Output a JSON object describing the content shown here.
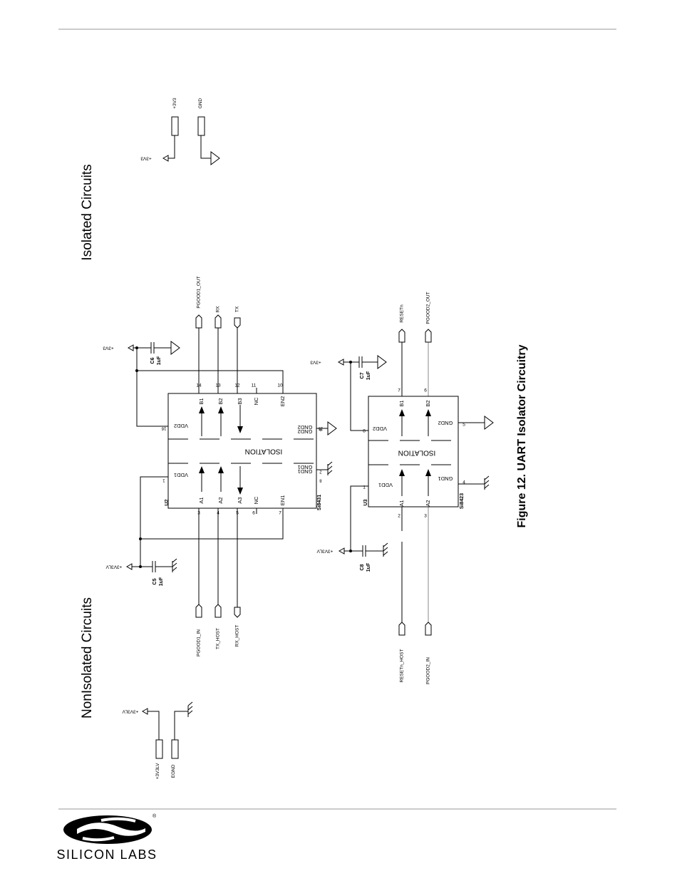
{
  "headings": {
    "isolated": "Isolated Circuits",
    "nonisolated": "NonIsolated Circuits",
    "figure_caption": "Figure 12. UART Isolator Circuitry"
  },
  "power": {
    "rail_3v3": "+3V3",
    "rail_3v3lv": "+3V3LV",
    "gnd": "GND",
    "egnd": "EGND"
  },
  "u2": {
    "ref": "U2",
    "part": "Si8431",
    "isolation": "ISOLATION",
    "pins": [
      {
        "num": "1",
        "name": "VDD1"
      },
      {
        "num": "2",
        "name": "GND1"
      },
      {
        "num": "3",
        "name": "A1"
      },
      {
        "num": "4",
        "name": "A2"
      },
      {
        "num": "5",
        "name": "A3"
      },
      {
        "num": "6",
        "name": "NC"
      },
      {
        "num": "7",
        "name": "EN1"
      },
      {
        "num": "8",
        "name": "GND1"
      },
      {
        "num": "9",
        "name": "GND2"
      },
      {
        "num": "10",
        "name": "EN2"
      },
      {
        "num": "11",
        "name": "NC"
      },
      {
        "num": "12",
        "name": "B3"
      },
      {
        "num": "13",
        "name": "B2"
      },
      {
        "num": "14",
        "name": "B1"
      },
      {
        "num": "15",
        "name": "GND2"
      },
      {
        "num": "16",
        "name": "VDD2"
      }
    ]
  },
  "u3": {
    "ref": "U3",
    "part": "Si8423",
    "isolation": "ISOLATION",
    "pins": [
      {
        "num": "1",
        "name": "VDD1"
      },
      {
        "num": "2",
        "name": "A1"
      },
      {
        "num": "3",
        "name": "A2"
      },
      {
        "num": "4",
        "name": "GND1"
      },
      {
        "num": "5",
        "name": "GND2"
      },
      {
        "num": "6",
        "name": "B2"
      },
      {
        "num": "7",
        "name": "B1"
      },
      {
        "num": "8",
        "name": "VDD2"
      }
    ]
  },
  "caps": [
    {
      "ref": "C5",
      "value": "1uF"
    },
    {
      "ref": "C6",
      "value": "1uF"
    },
    {
      "ref": "C7",
      "value": "1uF"
    },
    {
      "ref": "C8",
      "value": "1uF"
    }
  ],
  "nets": {
    "pgood1_out": "PGOOD1_OUT",
    "rx": "RX",
    "tx": "TX",
    "pgood1_in": "PGOOD1_IN",
    "tx_host": "TX_HOST",
    "rx_host": "RX_HOST",
    "resetn": "RESETn",
    "pgood2_out": "PGOOD2_OUT",
    "resetn_host": "RESETn_HOST",
    "pgood2_in": "PGOOD2_IN"
  },
  "logo": {
    "text": "SILICON LABS",
    "mark": "®"
  }
}
